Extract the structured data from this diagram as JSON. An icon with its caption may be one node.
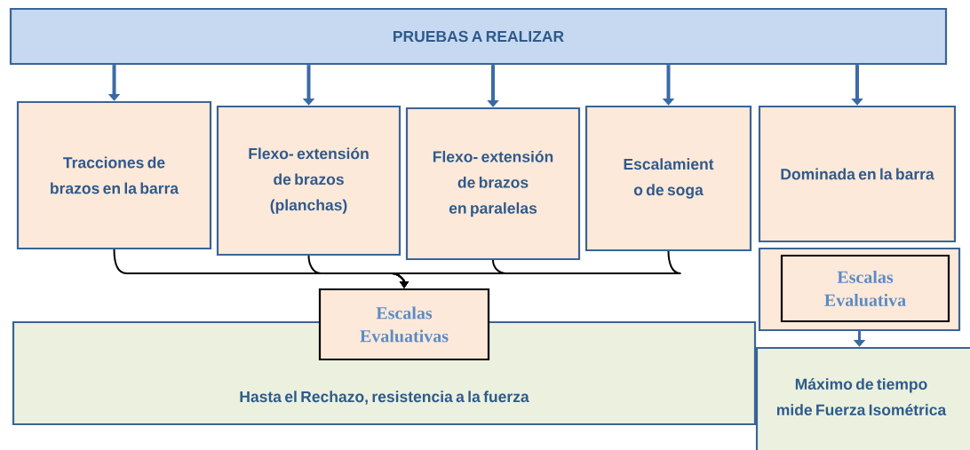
{
  "diagram": {
    "nodes": [
      {
        "text": [
          "PRUEBAS A REALIZAR"
        ]
      },
      {
        "text": [
          "Tracciones de brazos en la barra"
        ]
      },
      {
        "text": [
          "Flexo- extensión de brazos (planchas)"
        ]
      },
      {
        "text": [
          "Flexo- extensión de brazos en paralelas"
        ]
      },
      {
        "text": [
          "Escalamient o de soga"
        ]
      },
      {
        "text": [
          "Dominada en la barra"
        ]
      },
      {
        "text": [],
        "shape": "box"
      },
      {
        "text": [
          "Escalas Evaluativa"
        ],
        "in": 6
      },
      {
        "text": [
          "Hasta el Rechazo, resistencia a la fuerza"
        ]
      },
      {
        "text": [
          "Escalas Evaluativas"
        ]
      },
      {
        "text": [
          "Máximo de tiempo mide Fuerza Isométrica"
        ]
      }
    ],
    "edges": [
      {
        "from": 0,
        "to": 1,
        "arrow": "to"
      },
      {
        "from": 0,
        "to": 2,
        "arrow": "to"
      },
      {
        "from": 0,
        "to": 3,
        "arrow": "to"
      },
      {
        "from": 0,
        "to": 4,
        "arrow": "to"
      },
      {
        "from": 0,
        "to": 5,
        "arrow": "to"
      },
      {
        "from": 1,
        "to": 9,
        "arrow": "to",
        "color": "#000000"
      },
      {
        "from": 2,
        "to": 9,
        "arrow": "to",
        "color": "#000000"
      },
      {
        "from": 3,
        "to": 9,
        "arrow": "to",
        "color": "#000000"
      },
      {
        "from": 4,
        "to": 9,
        "arrow": "to",
        "color": "#000000"
      },
      {
        "from": 6,
        "to": 10,
        "arrow": "to"
      }
    ]
  }
}
